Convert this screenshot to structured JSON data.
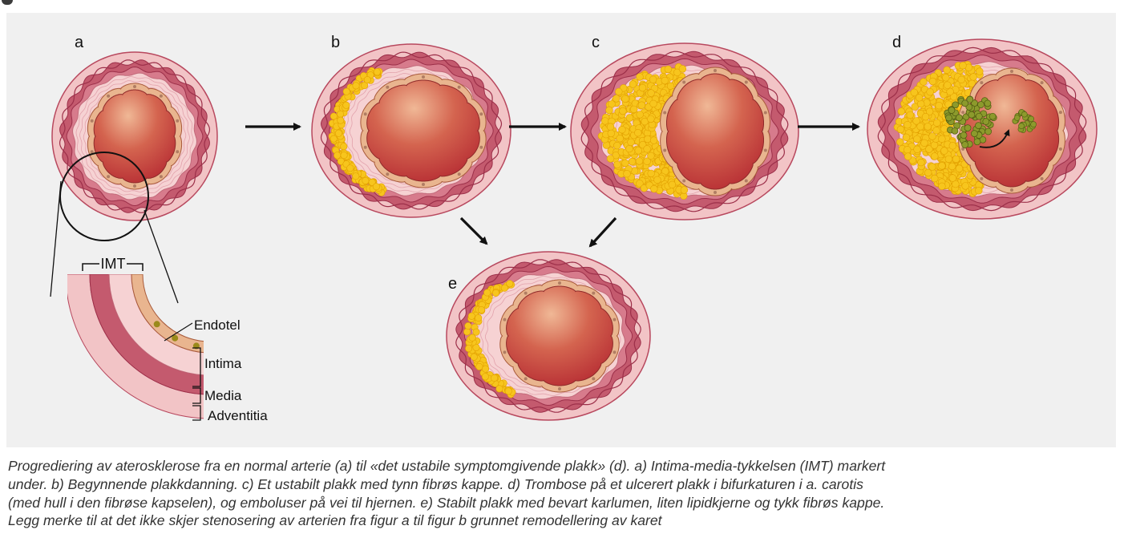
{
  "panel_labels": {
    "a": "a",
    "b": "b",
    "c": "c",
    "d": "d",
    "e": "e"
  },
  "detail": {
    "imt": "IMT",
    "endotel": "Endotel",
    "intima": "Intima",
    "media": "Media",
    "adventitia": "Adventitia"
  },
  "caption": {
    "line1": "Progrediering av aterosklerose fra en normal arterie (a) til «det ustabile symptomgivende plakk» (d). a) Intima-media-tykkelsen (IMT) markert",
    "line2": "under. b) Begynnende plakkdanning. c) Et ustabilt plakk med tynn fibrøs kappe. d) Trombose på et ulcerert plakk i bifurkaturen i a. carotis",
    "line3": "(med hull i den fibrøse kapselen), og emboluser på vei til hjernen. e) Stabilt plakk med bevart karlumen, liten lipidkjerne og tykk fibrøs kappe.",
    "line4": "Legg merke til at det ikke skjer stenosering av arterien fra figur a til figur b grunnet remodellering av karet"
  },
  "colors": {
    "adventitia": "#f2c4c6",
    "media": "#c45a6e",
    "intima": "#f6d2d3",
    "endothelium": "#e9b58f",
    "lumen": "#c63b38",
    "lipid": "#f7c51d",
    "thrombus": "#8c9a2c",
    "panel": "#f0f0f0"
  }
}
